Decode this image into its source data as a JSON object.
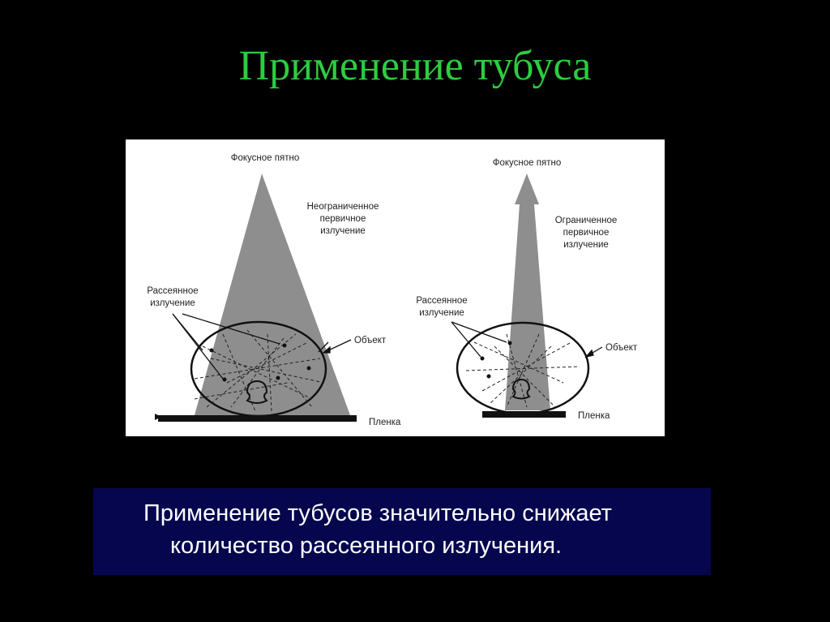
{
  "slide": {
    "title": "Применение тубуса"
  },
  "figure": {
    "left_diagram": {
      "focal_spot": "Фокусное пятно",
      "beam_label": [
        "Неограниченное",
        "первичное",
        "излучение"
      ],
      "scatter_label": [
        "Рассеянное",
        "излучение"
      ],
      "object_label": "Объект",
      "film_label": "Пленка"
    },
    "right_diagram": {
      "focal_spot": "Фокусное пятно",
      "beam_label": [
        "Ограниченное",
        "первичное",
        "излучение"
      ],
      "scatter_label": [
        "Рассеянное",
        "излучение"
      ],
      "object_label": "Объект",
      "film_label": "Пленка"
    },
    "colors": {
      "beam": "#8e8e8e",
      "film": "#111111"
    }
  },
  "caption": {
    "line1": "Применение тубусов значительно снижает",
    "line2": "количество рассеянного излучения."
  }
}
